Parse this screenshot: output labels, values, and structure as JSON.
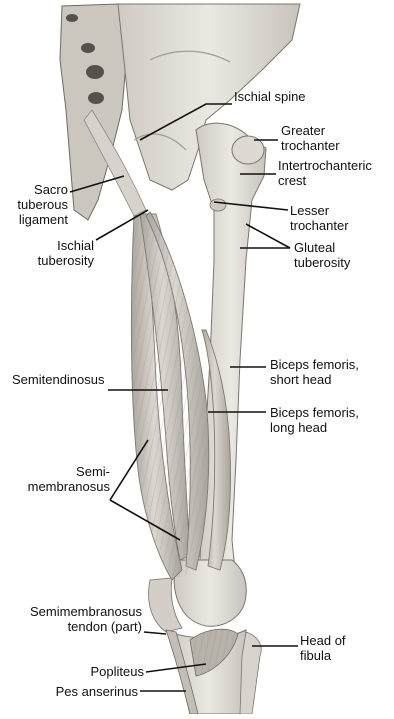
{
  "figure": {
    "subject": "posterior view of right hip and thigh: hamstring muscles",
    "colors": {
      "bone": "#e2dfd8",
      "muscle": "#c9c6c0",
      "ink": "#111111",
      "shade": "#9a968f"
    }
  },
  "labels": {
    "ischial_spine": "Ischial spine",
    "greater_trochanter": "Greater\ntrochanter",
    "intertrochanteric_crest": "Intertrochanteric\ncrest",
    "sacrotuberous_ligament": "Sacro\ntuberous\nligament",
    "lesser_trochanter": "Lesser\ntrochanter",
    "ischial_tuberosity": "Ischial\ntuberosity",
    "gluteal_tuberosity": "Gluteal\ntuberosity",
    "biceps_short_head": "Biceps femoris,\nshort head",
    "semitendinosus": "Semitendinosus",
    "biceps_long_head": "Biceps femoris,\nlong head",
    "semimembranosus": "Semi-\nmembranosus",
    "semimembranosus_tendon": "Semimembranosus\ntendon (part)",
    "head_of_fibula": "Head of\nfibula",
    "popliteus": "Popliteus",
    "pes_anserinus": "Pes anserinus"
  }
}
